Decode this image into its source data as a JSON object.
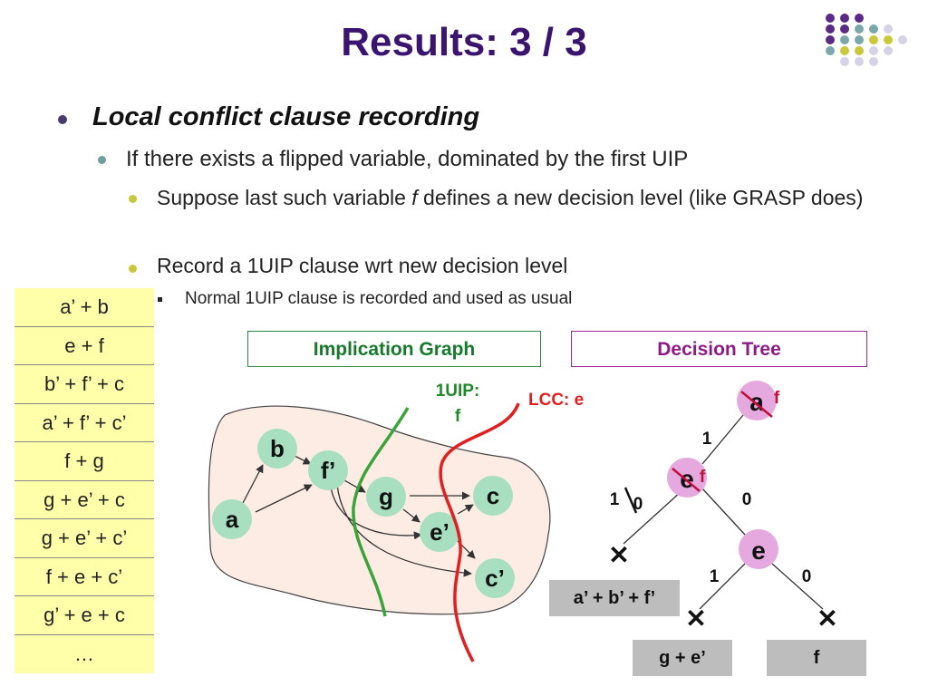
{
  "title": "Results: 3 / 3",
  "bullets": {
    "level1": "Local conflict clause recording",
    "level2": "If there exists a flipped variable, dominated by the first UIP",
    "level3_before": "Suppose last such variable ",
    "level3_var": "f",
    "level3_after": " defines a new decision level (like GRASP does)",
    "level3b": "Record a 1UIP clause wrt new decision level",
    "level4": "Normal 1UIP clause is recorded and used as usual"
  },
  "clauses": [
    "a’ + b",
    "e + f",
    "b’ + f’ + c",
    "a’ + f’ + c’",
    "f + g",
    "g + e’ + c",
    "g + e’ + c’",
    "f + e + c’",
    "g’ + e + c",
    "…"
  ],
  "implication_graph": {
    "header": "Implication Graph",
    "nodes": {
      "a": "a",
      "b": "b",
      "f_prime": "f’",
      "g": "g",
      "c": "c",
      "e_prime": "e’",
      "c_prime": "c’"
    },
    "uip_label_1": "1UIP:",
    "uip_label_2": "f",
    "lcc_label": "LCC: e"
  },
  "decision_tree": {
    "header": "Decision Tree",
    "root": "a",
    "root_flip": "f",
    "node2": "e",
    "node2_flip": "f",
    "node3": "e",
    "edge_root": "1",
    "edge_left_old": "1",
    "edge_left_new": "0",
    "edge_right": "0",
    "edge_e_left": "1",
    "edge_e_right": "0",
    "conflict_mark": "✕"
  },
  "learned_clauses": [
    "a’ + b’ + f’",
    "g + e’",
    "f"
  ],
  "colors": {
    "title": "#3b1470",
    "clause_bg": "#ffffaa",
    "node_fill": "#a8dfc0",
    "graph_region": "#fcece4",
    "uip_line": "#3aa43a",
    "lcc_line": "#e02020",
    "dt_node": "#e6a9df"
  }
}
